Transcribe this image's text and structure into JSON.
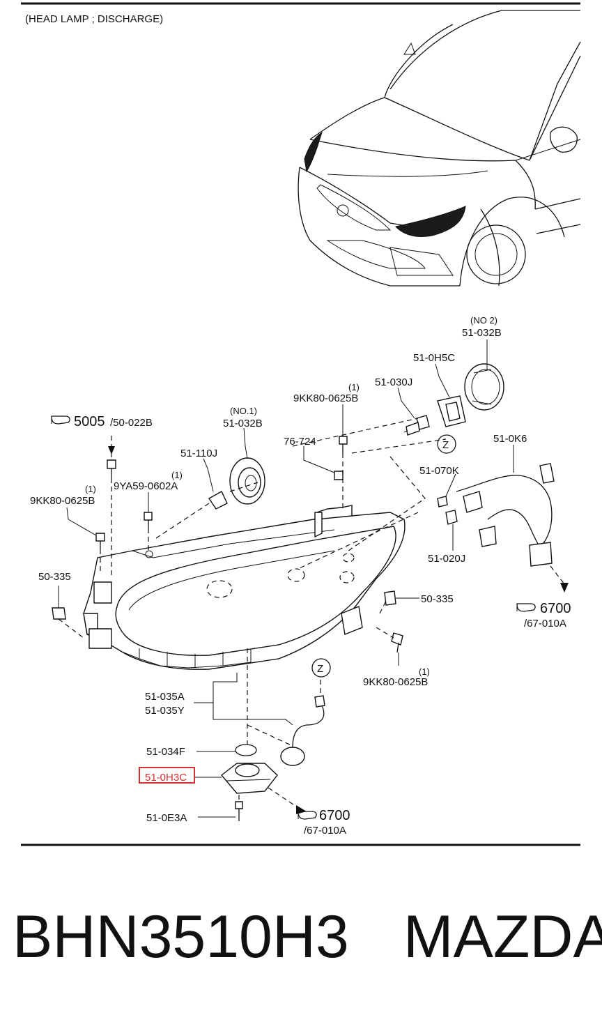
{
  "header": {
    "title": "(HEAD LAMP ; DISCHARGE)"
  },
  "labels": {
    "no2": "(NO 2)",
    "p51_032B_top": "51-032B",
    "p51_0H5C": "51-0H5C",
    "p51_030J": "51-030J",
    "qty1_a": "(1)",
    "p9KK80_top": "9KK80-0625B",
    "ref5005": "5005",
    "ref5005_sub": "/50-022B",
    "no1": "(NO.1)",
    "p51_032B_left": "51-032B",
    "p76_724": "76-724",
    "p51_0K6": "51-0K6",
    "p51_110J": "51-110J",
    "qty1_b": "(1)",
    "p9YA59": "9YA59-0602A",
    "qty1_c": "(1)",
    "p9KK80_left": "9KK80-0625B",
    "p51_070K": "51-070K",
    "p51_020J": "51-020J",
    "p50_335_left": "50-335",
    "p50_335_right": "50-335",
    "ref6700_right": "6700",
    "ref6700_right_sub": "/67-010A",
    "qty1_d": "(1)",
    "p9KK80_right": "9KK80-0625B",
    "p51_035A": "51-035A",
    "p51_035Y": "51-035Y",
    "p51_034F": "51-034F",
    "p51_0H3C": "51-0H3C",
    "p51_0E3A": "51-0E3A",
    "ref6700_bottom": "6700",
    "ref6700_bottom_sub": "/67-010A",
    "zone_z": "Z"
  },
  "highlight_color": "#d03030",
  "footer": {
    "part_number": "BHN3510H3",
    "brand": "MAZDA"
  }
}
